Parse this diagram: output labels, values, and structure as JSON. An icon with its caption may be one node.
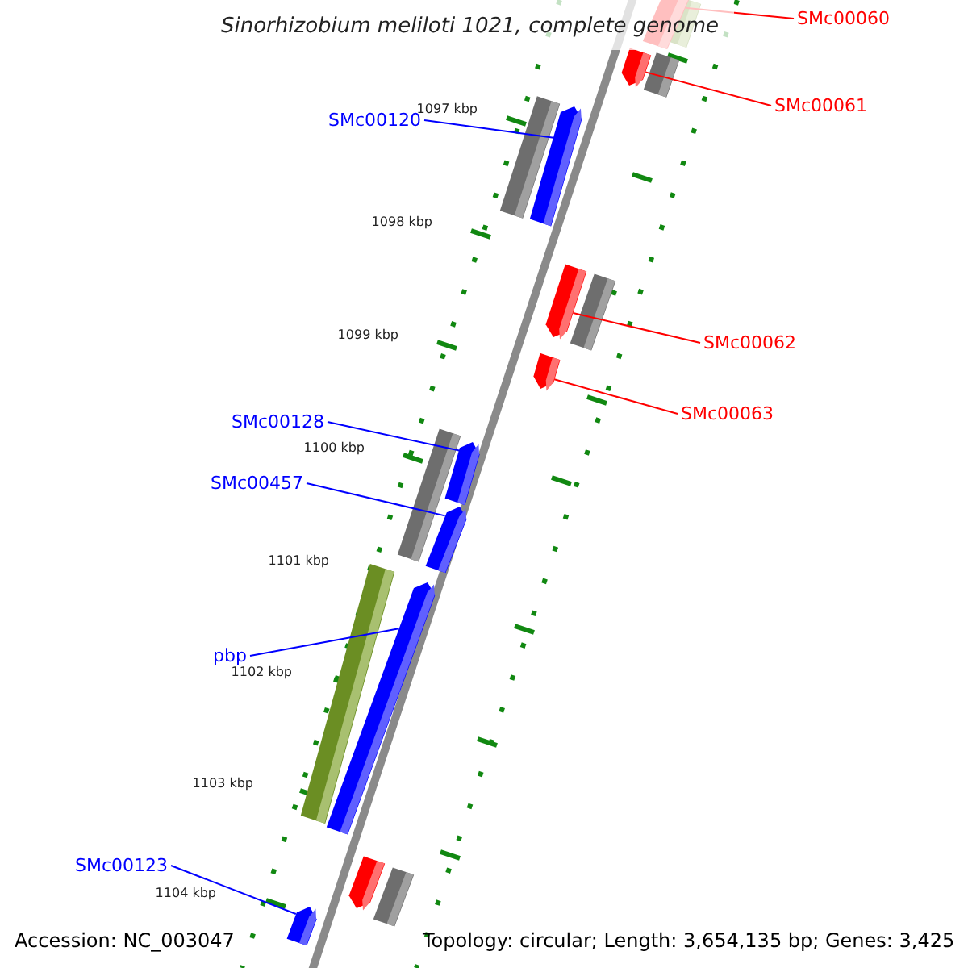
{
  "diagram": {
    "title": "Sinorhizobium meliloti 1021, complete genome",
    "nodes": [
      {
        "text": [
          "SMc00060"
        ]
      },
      {
        "text": [],
        "shape": "bar"
      },
      {
        "text": [
          "SMc00061"
        ]
      },
      {
        "text": [],
        "shape": "bar"
      },
      {
        "text": [
          "SMc00120"
        ]
      },
      {
        "text": [],
        "shape": "bar"
      },
      {
        "text": [
          "SMc00062"
        ]
      },
      {
        "text": [],
        "shape": "bar"
      },
      {
        "text": [
          "SMc00063"
        ]
      },
      {
        "text": [],
        "shape": "bar"
      },
      {
        "text": [
          "SMc00128"
        ]
      },
      {
        "text": [],
        "shape": "bar"
      },
      {
        "text": [
          "SMc00457"
        ]
      },
      {
        "text": [],
        "shape": "bar"
      },
      {
        "text": [
          "pbp"
        ]
      },
      {
        "text": [],
        "shape": "bar"
      },
      {
        "text": [
          "SMc00123"
        ]
      },
      {
        "text": [],
        "shape": "bar"
      }
    ],
    "edges": [
      {
        "from": 0,
        "to": 1,
        "arrow": "none",
        "color": "#ff0000"
      },
      {
        "from": 2,
        "to": 3,
        "arrow": "none",
        "color": "#ff0000"
      },
      {
        "from": 4,
        "to": 5,
        "arrow": "none",
        "color": "#0000ff"
      },
      {
        "from": 6,
        "to": 7,
        "arrow": "none",
        "color": "#ff0000"
      },
      {
        "from": 8,
        "to": 9,
        "arrow": "none",
        "color": "#ff0000"
      },
      {
        "from": 10,
        "to": 11,
        "arrow": "none",
        "color": "#0000ff"
      },
      {
        "from": 12,
        "to": 13,
        "arrow": "none",
        "color": "#0000ff"
      },
      {
        "from": 14,
        "to": 15,
        "arrow": "none",
        "color": "#0000ff"
      },
      {
        "from": 16,
        "to": 17,
        "arrow": "none",
        "color": "#0000ff"
      }
    ],
    "labels": [
      "1097 kbp",
      "1098 kbp",
      "1099 kbp",
      "1100 kbp",
      "1101 kbp",
      "1102 kbp",
      "1103 kbp",
      "1104 kbp",
      "Accession: NC_003047",
      "Topology: circular; Length: 3,654,135 bp; Genes: 3,425"
    ]
  }
}
